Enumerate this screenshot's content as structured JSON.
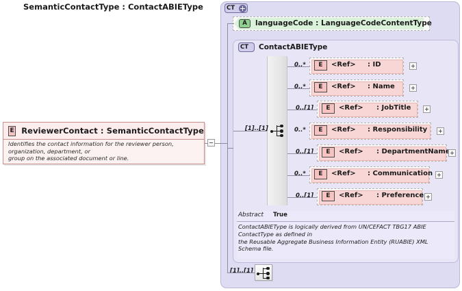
{
  "diagram": {
    "kind": "xsd-schema-diagram",
    "colors": {
      "element_fill": "#f8d6d6",
      "element_border": "#e8b4b4",
      "attribute_fill": "#d9f2d9",
      "complex_type_fill": "#dedcf2",
      "inner_type_fill": "#e7e5f6",
      "connector": "#8c8c9e"
    }
  },
  "left_panel": {
    "icon": "element-icon",
    "badge": "E",
    "title": "ReviewerContact : SemanticContactType",
    "documentation": "Identifies the contact information for the reviewer person, organization, department, or\ngroup on the associated document or line.",
    "toggle": "minus-toggle"
  },
  "outer_type": {
    "badge": "CT",
    "badge_state": "expanded-plus",
    "title": "SemanticContactType : ContactABIEType"
  },
  "attribute": {
    "badge": "A",
    "label": "languageCode : LanguageCodeContentType"
  },
  "inner_type": {
    "badge": "CT",
    "title": "ContactABIEType"
  },
  "compositor": {
    "type": "sequence",
    "top_cardinality": "[1]..[1]",
    "bottom_cardinality": "[1]..[1]"
  },
  "elements": [
    {
      "badge": "E",
      "ref": "<Ref>",
      "name": ": ID",
      "cardinality": "0..*",
      "expand": "plus"
    },
    {
      "badge": "E",
      "ref": "<Ref>",
      "name": ": Name",
      "cardinality": "0..*",
      "expand": "plus"
    },
    {
      "badge": "E",
      "ref": "<Ref>",
      "name": ": JobTitle",
      "cardinality": "0..[1]",
      "expand": "plus"
    },
    {
      "badge": "E",
      "ref": "<Ref>",
      "name": ": Responsibility",
      "cardinality": "0..*",
      "expand": "plus"
    },
    {
      "badge": "E",
      "ref": "<Ref>",
      "name": ": DepartmentName",
      "cardinality": "0..[1]",
      "expand": "plus"
    },
    {
      "badge": "E",
      "ref": "<Ref>",
      "name": ": Communication",
      "cardinality": "0..*",
      "expand": "plus"
    },
    {
      "badge": "E",
      "ref": "<Ref>",
      "name": ": Preference",
      "cardinality": "0..[1]",
      "expand": "plus"
    }
  ],
  "doc_panel": {
    "abstract_key": "Abstract",
    "abstract_value": "True",
    "text": "ContactABIEType is logically derived from UN/CEFACT TBG17 ABIE ContactType as defined in\nthe Reusable Aggregate Business Information Entity (RUABIE) XML Schema file."
  }
}
